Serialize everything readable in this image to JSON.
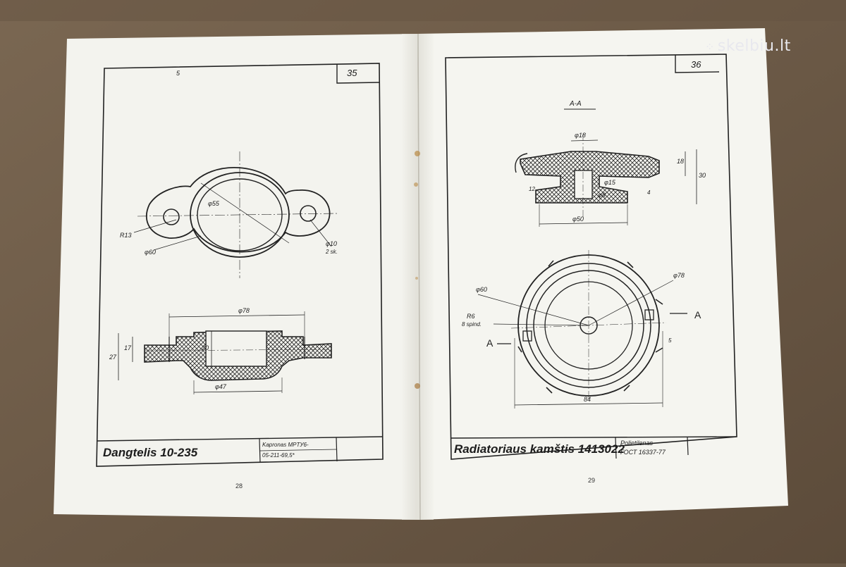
{
  "watermark": {
    "text": "skelbiu.lt",
    "icon": "dots-logo-icon"
  },
  "left_page": {
    "sheet_number": "35",
    "corner_mark": "5",
    "part_title": "Dangtelis 10-235",
    "material_line1": "Kapronas MPTУ6-",
    "material_line2": "05-211-69,5*",
    "page_number": "28",
    "dimensions": {
      "d55": "φ55",
      "r13": "R13",
      "d60": "φ60",
      "d10": "φ10",
      "d10_qty": "2 sk.",
      "d78": "φ78",
      "h27": "27",
      "h17": "17",
      "h20": "20",
      "d47": "φ47"
    }
  },
  "right_page": {
    "sheet_number": "36",
    "section_label": "A-A",
    "part_title": "Radiatoriaus kamštis 1413022",
    "material_line1": "Polietilenas",
    "material_line2": "ГОСТ 16337-77",
    "page_number": "29",
    "dimensions": {
      "d18": "φ18",
      "d15": "φ15",
      "d8": "φ8",
      "d50": "φ50",
      "h18": "18",
      "h30": "30",
      "d60": "φ60",
      "d78": "φ78",
      "r6": "R6",
      "r6_qty": "8 spind.",
      "w84": "84",
      "cut_a": "A",
      "m12": "12",
      "m4": "4",
      "m5": "5"
    }
  }
}
